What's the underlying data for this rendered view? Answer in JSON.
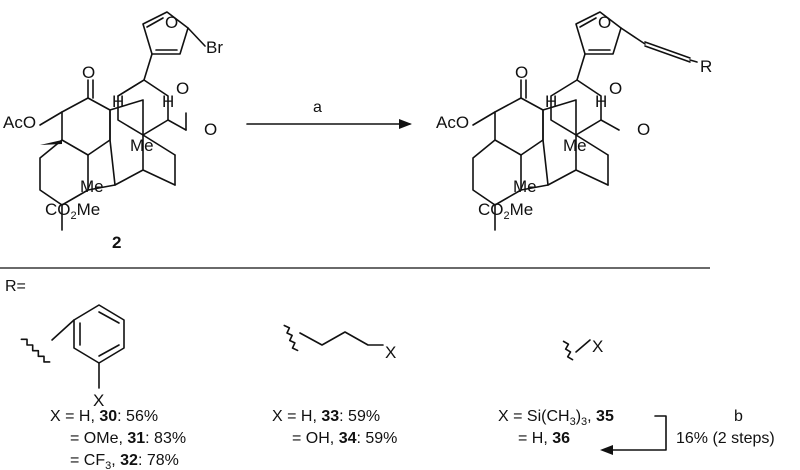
{
  "reaction": {
    "arrow_label": "a",
    "starting_material_number": "2",
    "substituent_br": "Br",
    "substituent_r": "R",
    "atoms": {
      "acetoxy": "AcO",
      "methyl": "Me",
      "hydrogen": "H",
      "oxygen": "O",
      "ester_co": "CO",
      "ester_sub": "2",
      "ester_me": "Me"
    }
  },
  "r_groups": {
    "header": "R=",
    "aryl": {
      "x_label": "X",
      "results": [
        {
          "prefix": "X = H, ",
          "compound": "30",
          "yield": ": 56%"
        },
        {
          "prefix": "= OMe, ",
          "compound": "31",
          "yield": ": 83%"
        },
        {
          "prefix": "= CF",
          "sub": "3",
          "prefix2": ", ",
          "compound": "32",
          "yield": ": 78%"
        }
      ]
    },
    "alkyl": {
      "x_label": "X",
      "results": [
        {
          "prefix": "X = H, ",
          "compound": "33",
          "yield": ": 59%"
        },
        {
          "prefix": "= OH, ",
          "compound": "34",
          "yield": ": 59%"
        }
      ]
    },
    "direct": {
      "x_label": "X",
      "results": [
        {
          "prefix": "X = Si(CH",
          "sub": "3",
          "mid": ")",
          "sub2": "3",
          "tail": ", ",
          "compound": "35"
        },
        {
          "prefix": "= H, ",
          "compound": "36"
        }
      ],
      "step_label": "b",
      "step_yield": "16% (2 steps)"
    }
  }
}
